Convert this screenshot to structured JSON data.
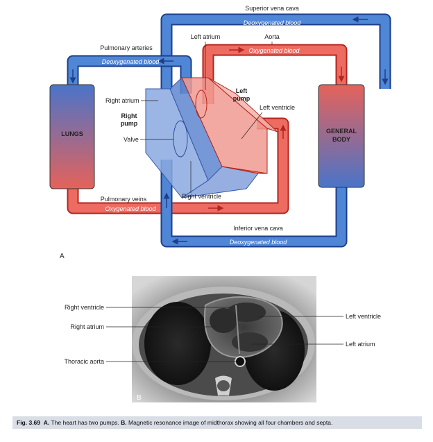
{
  "panel_a": {
    "letter": "A",
    "labels": {
      "superior_vena_cava": "Superior vena cava",
      "pulmonary_arteries": "Pulmonary arteries",
      "left_atrium": "Left atrium",
      "aorta": "Aorta",
      "right_atrium": "Right atrium",
      "right_pump_1": "Right",
      "right_pump_2": "pump",
      "left_pump_1": "Left",
      "left_pump_2": "pump",
      "left_ventricle": "Left ventricle",
      "valve": "Valve",
      "right_ventricle": "Right ventricle",
      "pulmonary_veins": "Pulmonary veins",
      "inferior_vena_cava": "Inferior vena cava",
      "lungs": "LUNGS",
      "general_body_1": "GENERAL",
      "general_body_2": "BODY"
    },
    "flows": {
      "deoxy_top": "Deoxygenated blood",
      "deoxy_pulm": "Deoxygenated blood",
      "oxy_aorta": "Oxygenated blood",
      "oxy_pulm_veins": "Oxygenated blood",
      "deoxy_bottom": "Deoxygenated blood"
    },
    "colors": {
      "deoxygenated": "#3a73c8",
      "oxygenated": "#e8564e"
    }
  },
  "panel_b": {
    "letter": "B",
    "labels": {
      "right_ventricle": "Right ventricle",
      "right_atrium": "Right atrium",
      "thoracic_aorta": "Thoracic aorta",
      "left_ventricle": "Left ventricle",
      "left_atrium": "Left atrium"
    }
  },
  "caption": {
    "fig": "Fig. 3.69",
    "a_letter": "A.",
    "a_text": "The heart has two pumps.",
    "b_letter": "B.",
    "b_text": "Magnetic resonance image of midthorax showing all four chambers and septa."
  }
}
